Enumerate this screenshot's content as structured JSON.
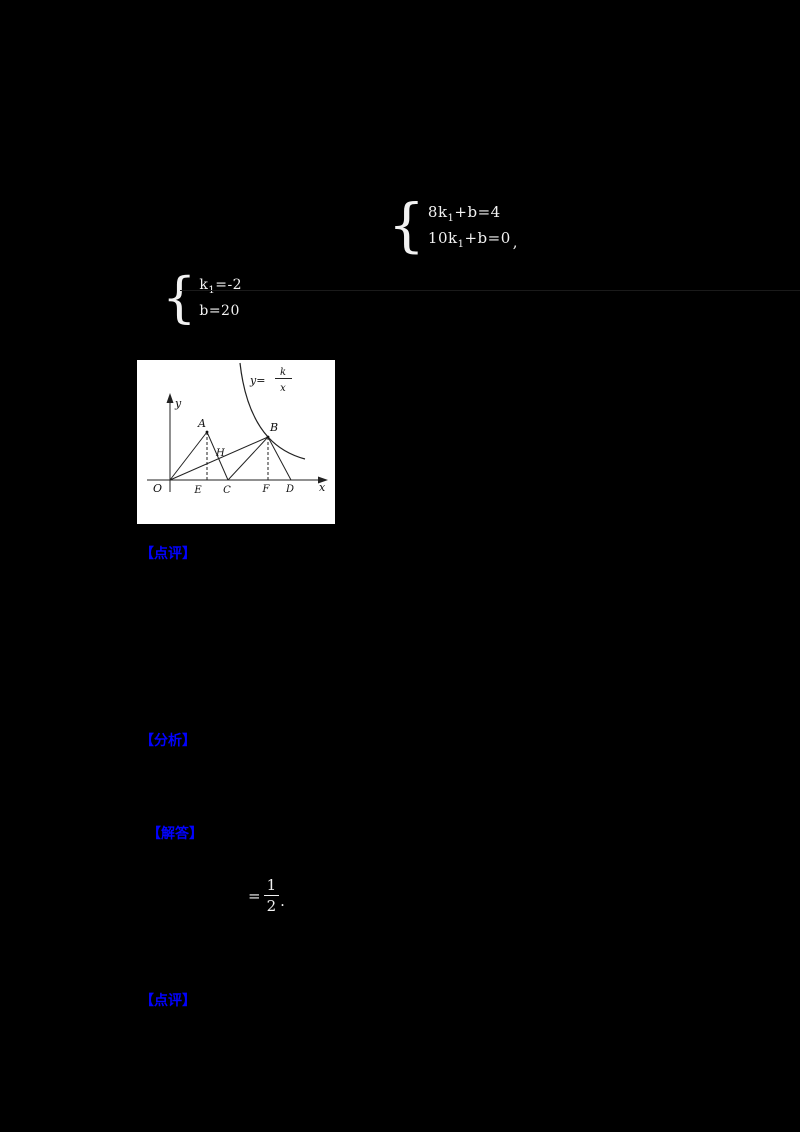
{
  "page": {
    "background": "#000000",
    "text_color": "#f2f2f2",
    "accent_blue": "#0202ff"
  },
  "system1": {
    "brace": "{",
    "line1_pre": "8k",
    "line1_sub": "1",
    "line1_post": "+b=4",
    "line2_pre": "10k",
    "line2_sub": "1",
    "line2_post": "+b=0",
    "trailing": ","
  },
  "system2": {
    "brace": "{",
    "line1_pre": "k",
    "line1_sub": "1",
    "line1_post": "=-2",
    "line2": "b=20"
  },
  "figure": {
    "func_lhs": "y=",
    "func_num": "k",
    "func_den": "x",
    "axis_y": "y",
    "axis_x": "x",
    "origin": "O",
    "pt_A": "A",
    "pt_B": "B",
    "pt_H": "H",
    "pt_E": "E",
    "pt_C": "C",
    "pt_F": "F",
    "pt_D": "D"
  },
  "labels": {
    "comment1": "【点评】",
    "analysis": "【分析】",
    "answer": "【解答】",
    "comment2": "【点评】"
  },
  "halffrac": {
    "equals": "=",
    "num": "1",
    "den": "2",
    "period": "."
  }
}
